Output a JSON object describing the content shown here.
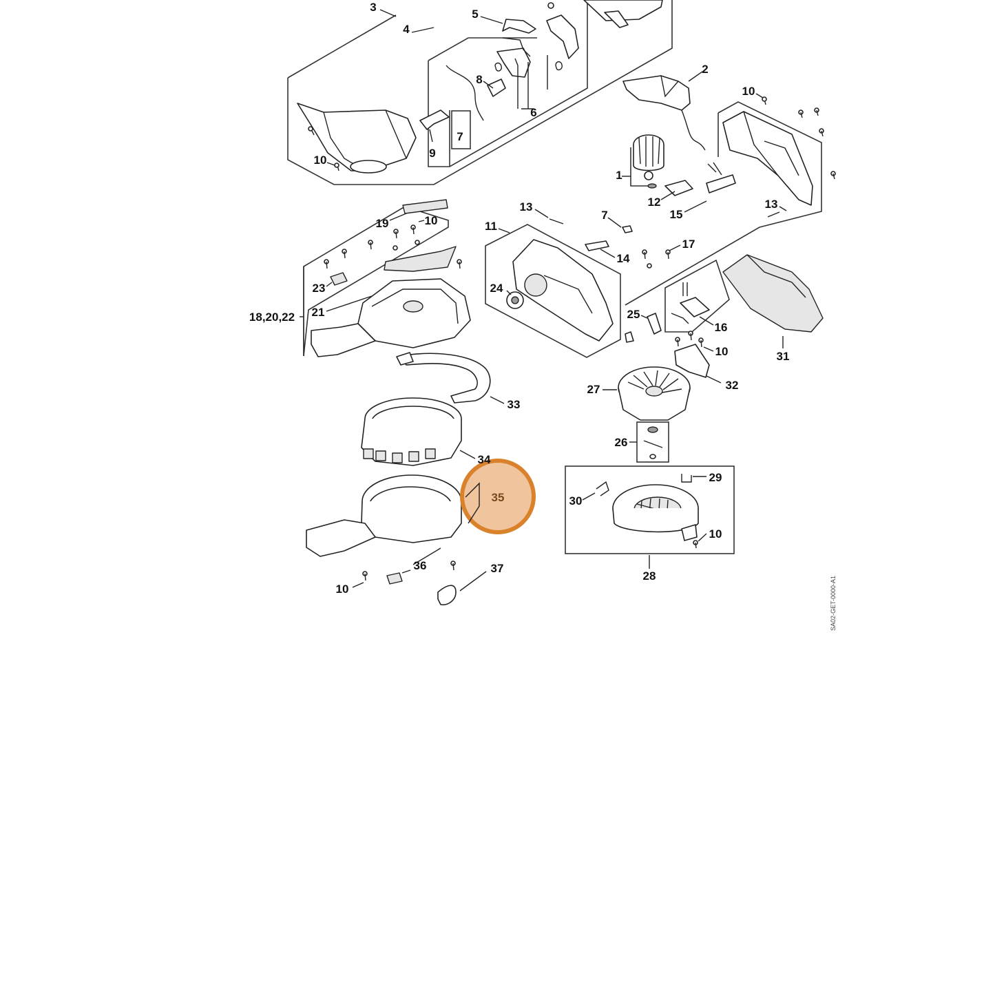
{
  "diagram": {
    "drawing_code": "SA02-GET-0000-A1",
    "highlight": {
      "label": "35",
      "fill": "#f0c49c",
      "stroke": "#d9822b",
      "text_color": "#7a4a1e"
    },
    "labels": {
      "l3": "3",
      "l4": "4",
      "l5": "5",
      "l2": "2",
      "l8": "8",
      "l6": "6",
      "l7a": "7",
      "l9": "9",
      "l10a": "10",
      "l10b": "10",
      "l10c": "10",
      "l10d": "10",
      "l10e": "10",
      "l10f": "10",
      "l1": "1",
      "l12": "12",
      "l15": "15",
      "l13a": "13",
      "l13b": "13",
      "l19": "19",
      "l11": "11",
      "l7b": "7",
      "l14": "14",
      "l17": "17",
      "l23": "23",
      "l18": "18,20,22",
      "l21": "21",
      "l24": "24",
      "l25": "25",
      "l16": "16",
      "l31": "31",
      "l32": "32",
      "l27": "27",
      "l33": "33",
      "l26": "26",
      "l34": "34",
      "l29": "29",
      "l30": "30",
      "l28": "28",
      "l36": "36",
      "l37": "37"
    }
  }
}
